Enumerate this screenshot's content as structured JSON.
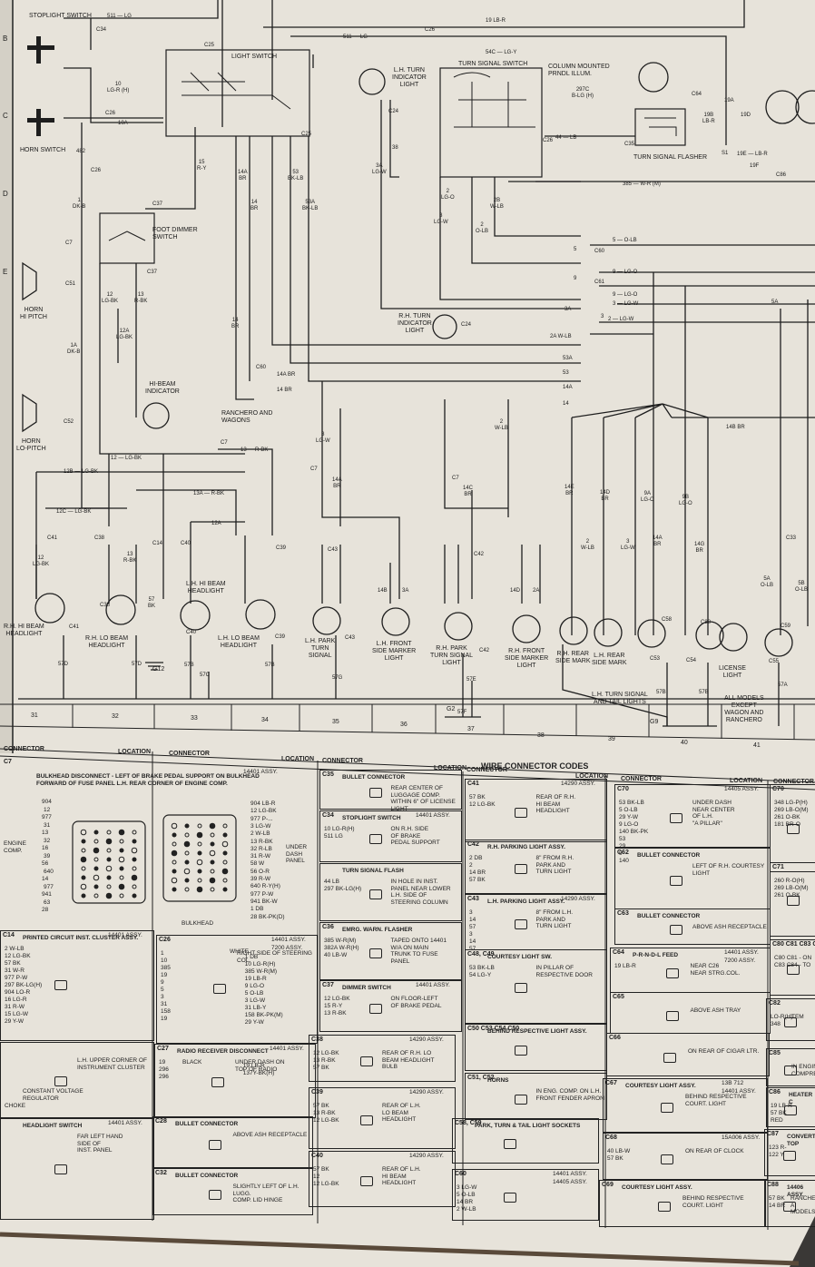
{
  "components": {
    "stoplight_switch": "STOPLIGHT\nSWITCH",
    "horn_switch": "HORN SWITCH",
    "horn_hi": "HORN\nHI PITCH",
    "horn_lo": "HORN\nLO-PITCH",
    "light_switch": "LIGHT SWITCH",
    "foot_dimmer": "FOOT DIMMER\nSWITCH",
    "hi_beam_indicator": "HI-BEAM\nINDICATOR",
    "lh_turn_indicator": "L.H. TURN\nINDICATOR\nLIGHT",
    "turn_signal_switch": "TURN SIGNAL SWITCH",
    "column_lamp": "COLUMN MOUNTED\nPRNDL ILLUM.",
    "turn_signal_flasher": "TURN SIGNAL FLASHER",
    "rh_turn_indicator": "R.H. TURN\nINDICATOR\nLIGHT",
    "ranchero_wagons": "RANCHERO AND\nWAGONS",
    "rh_hi_beam": "R.H. HI BEAM\nHEADLIGHT",
    "rh_lo_beam": "R.H. LO BEAM\nHEADLIGHT",
    "lh_hi_beam": "L.H. HI BEAM\nHEADLIGHT",
    "lh_lo_beam": "L.H. LO BEAM\nHEADLIGHT",
    "lh_park": "L.H. PARK\nTURN\nSIGNAL",
    "lh_front_side": "L.H. FRONT\nSIDE MARKER\nLIGHT",
    "rh_park": "R.H. PARK\nTURN SIGNAL\nLIGHT",
    "rh_front_side": "R.H. FRONT\nSIDE MARKER\nLIGHT",
    "rh_rear_side": "R.H. REAR\nSIDE MARK",
    "lh_rear_side": "L.H. REAR\nSIDE MARK",
    "lh_turn_tail": "L.H. TURN SIGNAL\nAND TAIL LIGHTS",
    "license_light": "LICENSE\nLIGHT",
    "all_models": "ALL MODELS\nEXCEPT\nWAGON AND\nRANCHERO"
  },
  "grid_columns": [
    "31",
    "32",
    "33",
    "34",
    "35",
    "36",
    "37",
    "38",
    "39",
    "40",
    "41"
  ],
  "row_letters": [
    "B",
    "C",
    "D",
    "E"
  ],
  "grounds": [
    "G12",
    "G2",
    "G9"
  ],
  "wire_labels": [
    "511 — LG",
    "C34",
    "10\nLG-R (H)",
    "C26",
    "10A",
    "482",
    "C26",
    "1\nDK-B",
    "C7",
    "C51",
    "1A\nDK-B",
    "C52",
    "C25",
    "C25",
    "511 — LG",
    "C26",
    "19 LB-R",
    "54C — LG-Y",
    "15\nR-Y",
    "14A\nBR",
    "14\nBR",
    "53\nBK-LB",
    "53A\nBK-LB",
    "C37",
    "C37",
    "12\nLG-BK",
    "13\nR-BK",
    "12A\nLG-BK",
    "14\nBR",
    "C60",
    "14A BR",
    "14 BR",
    "C24",
    "38",
    "3A\nLG-W",
    "3\nLG-W",
    "2\nLG-O",
    "2B\nW-LB",
    "2\nO-LB",
    "C26",
    "44 — LB",
    "C35",
    "297C\nB-LG (H)",
    "385 — W-R (M)",
    "C64",
    "19B\nLB-R",
    "19A",
    "19D",
    "S1",
    "19E — LB-R",
    "19F",
    "C86",
    "5 — O-LB",
    "5",
    "C60",
    "9 — LG-O",
    "9",
    "C61",
    "9 — LG-O",
    "3 — LG-W",
    "3A",
    "3",
    "2 — LG-W",
    "2A W-LB",
    "53A",
    "53",
    "14A",
    "14",
    "C24",
    "5A",
    "2\nW-LB",
    "14B BR",
    "C7",
    "13 — R-BK",
    "12 — LG-BK",
    "12B — LG-BK",
    "13A — R-BK",
    "12C — LG-BK",
    "12A",
    "C41",
    "C38",
    "C14",
    "C40",
    "C39",
    "12\nLG-BK",
    "13\nR-BK",
    "57\nBK",
    "3\nLG-W",
    "14A\nBR",
    "C7",
    "C43",
    "C7",
    "14C\nBR",
    "C42",
    "14B",
    "3A",
    "14D",
    "2A",
    "14E\nBR",
    "2\nW-LB",
    "14D\nBR",
    "3\nLG-W",
    "9A\nLG-O",
    "14A\nBR",
    "9B\nLG-O",
    "14G\nBR",
    "C33",
    "5A\nO-LB",
    "5B\nO-LB",
    "C41",
    "57D",
    "C38",
    "57D",
    "C40",
    "57B",
    "57C",
    "C39",
    "57B",
    "C43",
    "57G",
    "C42",
    "57E",
    "57F",
    "C58",
    "C53",
    "C88",
    "C54",
    "57B",
    "57B",
    "C59",
    "C55",
    "57A"
  ],
  "connector_codes": {
    "title": "WIRE CONNECTOR CODES",
    "header_connector": "CONNECTOR",
    "header_location": "LOCATION",
    "c7": {
      "id": "C7",
      "assy": "14401 ASSY.",
      "desc": "BULKHEAD DISCONNECT - LEFT OF BRAKE PEDAL SUPPORT ON BULKHEAD\nFORWARD OF FUSE PANEL L.H. REAR CORNER OF ENGINE COMP.",
      "left_wires": [
        "904",
        "12",
        "977",
        "31",
        "13",
        "32",
        "16",
        "39",
        "56",
        "640",
        "14",
        "977",
        "941",
        "63",
        "28"
      ],
      "right_wires": [
        "904 LB-R",
        "12 LG-BK",
        "977 P-...",
        "3 LG-W",
        "2 W-LB",
        "13 R-BK",
        "32 R-LB",
        "31 R-W",
        "58 W",
        "56 O-R",
        "39 R-W",
        "640 R-Y(H)",
        "977 P-W",
        "941 BK-W",
        "1 DB",
        "28 BK-PK(D)"
      ],
      "engine_comp": "ENGINE\nCOMP.",
      "under_dash": "UNDER\nDASH\nPANEL",
      "bulkhead": "BULKHEAD"
    },
    "boxes": [
      {
        "id": "C35",
        "name": "BULLET CONNECTOR",
        "assy": "",
        "loc": "REAR CENTER OF LUGGAGE COMP.\nWITHIN 6\" OF LICENSE LIGHT"
      },
      {
        "id": "C34",
        "name": "STOPLIGHT SWITCH",
        "assy": "14401 ASSY.",
        "loc": "ON R.H. SIDE\nOF BRAKE\nPEDAL SUPPORT",
        "wires": [
          "10 LG-R(H)",
          "511 LG"
        ]
      },
      {
        "id": "",
        "name": "TURN SIGNAL FLASH",
        "assy": "",
        "loc": "IN HOLE IN INST.\nPANEL NEAR LOWER\nL.H. SIDE OF\nSTEERING COLUMN",
        "wires": [
          "44 LB",
          "297 BK-LG(H)"
        ]
      },
      {
        "id": "C36",
        "name": "EMRG. WARN. FLASHER",
        "assy": "",
        "loc": "TAPED ONTO 14401\nW/A ON MAIN\nTRUNK TO FUSE\nPANEL",
        "wires": [
          "385 W-R(M)",
          "382A W-R(H)",
          "40 LB-W"
        ]
      },
      {
        "id": "C37",
        "name": "DIMMER SWITCH",
        "assy": "14401 ASSY.",
        "loc": "ON FLOOR-LEFT\nOF BRAKE PEDAL",
        "wires": [
          "12 LG-BK",
          "15 R-Y",
          "13 R-BK"
        ]
      },
      {
        "id": "C38",
        "name": "",
        "assy": "14290 ASSY.",
        "loc": "REAR OF R.H. LO\nBEAM HEADLIGHT\nBULB",
        "wires": [
          "12 LG-BK",
          "13 R-BK",
          "57 BK"
        ]
      },
      {
        "id": "C39",
        "name": "",
        "assy": "14290 ASSY.",
        "loc": "REAR OF L.H.\nLO BEAM\nHEADLIGHT",
        "wires": [
          "57 BK",
          "13 R-BK",
          "12 LG-BK"
        ]
      },
      {
        "id": "C40",
        "name": "",
        "assy": "14290 ASSY.",
        "loc": "REAR OF L.H.\nHI BEAM\nHEADLIGHT",
        "wires": [
          "57 BK",
          "12",
          "12 LG-BK"
        ]
      },
      {
        "id": "C41",
        "name": "",
        "assy": "14290 ASSY.",
        "loc": "REAR OF R.H.\nHI BEAM\nHEADLIGHT",
        "wires": [
          "57 BK",
          "12 LG-BK"
        ]
      },
      {
        "id": "C42",
        "name": "R.H. PARKING LIGHT ASSY.",
        "assy": "",
        "loc": "8\" FROM R.H.\nPARK AND\nTURN LIGHT",
        "wires": [
          "2 DB",
          "2",
          "14 BR",
          "57 BK"
        ]
      },
      {
        "id": "C43",
        "name": "L.H. PARKING LIGHT ASSY.",
        "assy": "14290 ASSY.",
        "loc": "8\" FROM L.H.\nPARK AND\nTURN LIGHT",
        "wires": [
          "3",
          "14",
          "57",
          "3",
          "14",
          "57"
        ]
      },
      {
        "id": "C48, C49",
        "name": "COURTESY LIGHT SW.",
        "assy": "",
        "loc": "IN PILLAR OF\nRESPECTIVE DOOR",
        "wires": [
          "53 BK-LB",
          "54 LG-Y"
        ]
      },
      {
        "id": "C50 C53 C54 C50",
        "name": "BEHIND RESPECTIVE LIGHT ASSY.",
        "assy": "",
        "loc": ""
      },
      {
        "id": "C51, C52",
        "name": "HORNS",
        "assy": "",
        "loc": "IN ENG. COMP. ON L.H.\nFRONT FENDER APRON"
      },
      {
        "id": "C58, C59",
        "name": "PARK, TURN & TAIL LIGHT SOCKETS",
        "assy": "",
        "loc": ""
      },
      {
        "id": "C60",
        "name": "",
        "assy": "14401 ASSY.",
        "loc": "",
        "assy2": "14405 ASSY.",
        "wires": [
          "3 LG-W",
          "5 O-LB",
          "14 BR",
          "2 W-LB"
        ]
      },
      {
        "id": "C70",
        "name": "",
        "assy": "14405 ASSY.",
        "loc": "UNDER DASH\nNEAR CENTER\nOF L.H.\n\"A PILLAR\"",
        "wires": [
          "53 BK-LB",
          "5 O-LB",
          "29 Y-W",
          "9 LG-O",
          "140 BK-PK",
          "53",
          "29",
          "9",
          "140"
        ]
      },
      {
        "id": "C62",
        "name": "BULLET CONNECTOR",
        "assy": "",
        "loc": "LEFT OF R.H. COURTESY LIGHT"
      },
      {
        "id": "C63",
        "name": "BULLET CONNECTOR",
        "assy": "",
        "loc": "ABOVE ASH RECEPTACLE"
      },
      {
        "id": "C64",
        "name": "P-R-N-D-L FEED",
        "assy": "14401 ASSY.",
        "loc": "NEAR C26\nNEAR STRG.COL.",
        "wires": [
          "19 LB-R"
        ],
        "assy2": "7200 ASSY."
      },
      {
        "id": "C65",
        "name": "",
        "assy": "",
        "loc": "ABOVE ASH TRAY"
      },
      {
        "id": "C66",
        "name": "",
        "assy": "",
        "loc": "ON REAR OF CIGAR LTR."
      },
      {
        "id": "C67",
        "name": "COURTESY LIGHT ASSY.",
        "assy": "13B 712",
        "assy2": "14401 ASSY.",
        "loc": "BEHIND RESPECTIVE\nCOURT. LIGHT"
      },
      {
        "id": "C68",
        "name": "",
        "assy": "15A006 ASSY.",
        "loc": "ON REAR OF CLOCK",
        "wires": [
          "40 LB-W",
          "57 BK"
        ]
      },
      {
        "id": "C69",
        "name": "COURTESY LIGHT ASSY.",
        "assy": "",
        "loc": "BEHIND RESPECTIVE\nCOURT. LIGHT"
      },
      {
        "id": "C14",
        "name": "PRINTED CIRCUIT INST. CLUSTER ASSY.",
        "assy": "14401 ASSY.",
        "loc": "",
        "wires": [
          "2 W-LB",
          "12 LG-BK",
          "57 BK",
          "31 W-R",
          "977 P-W",
          "297 BK-LG(H)",
          "904 LO-R",
          "16 LG-R",
          "31 R-W",
          "15 LG-W",
          "29 Y-W"
        ]
      },
      {
        "id": "C26",
        "name": "",
        "assy": "14401 ASSY.",
        "assy2": "7200 ASSY.",
        "loc": "RIGHT SIDE OF STEERING COL.",
        "white": "WHITE",
        "wires": [
          "1",
          "10",
          "385",
          "19",
          "9",
          "5",
          "3",
          "31",
          "158",
          "19"
        ],
        "wires_r": [
          "1 DB",
          "10 LG-R(H)",
          "385 W-R(M)",
          "19 LB-R",
          "9 LG-O",
          "5 O-LB",
          "3 LG-W",
          "31 LB-Y",
          "158 BK-PK(M)",
          "29 Y-W"
        ]
      },
      {
        "id": "",
        "name": "",
        "assy": "",
        "loc": "L.H. UPPER CORNER OF\nINSTRUMENT CLUSTER",
        "extra": "CONSTANT VOLTAGE\nREGULATOR",
        "choke": "CHOKE"
      },
      {
        "id": "C27",
        "name": "RADIO RECEIVER DISCONNECT",
        "assy": "14401 ASSY.",
        "loc": "UNDER DASH ON\nTOP OF RADIO",
        "black": "BLACK",
        "wires": [
          "19",
          "296",
          "296"
        ],
        "wires_r": [
          "19 LB-R",
          "137Y-BK(H)"
        ]
      },
      {
        "id": "",
        "name": "HEADLIGHT SWITCH",
        "assy": "14401 ASSY.",
        "loc": "FAR LEFT HAND\nSIDE OF\nINST. PANEL"
      },
      {
        "id": "C28",
        "name": "BULLET CONNECTOR",
        "assy": "",
        "loc": "ABOVE ASH RECEPTACLE"
      },
      {
        "id": "C32",
        "name": "BULLET CONNECTOR",
        "assy": "",
        "loc": "SLIGHTLY LEFT OF L.H. LUGG.\nCOMP. LID HINGE"
      },
      {
        "id": "C70",
        "name": "",
        "assy": "",
        "loc": "",
        "wires": [
          "348 LG-P(H)",
          "269 LB-O(M)",
          "261 O-BK",
          "181 BR-O"
        ]
      },
      {
        "id": "C71",
        "name": "",
        "assy": "",
        "loc": "",
        "wires": [
          "260 R-O(H)",
          "269 LB-O(M)",
          "261 O-BK"
        ]
      },
      {
        "id": "C80 C81 C83 C84",
        "name": "",
        "assy": "",
        "loc": "",
        "wires": [
          "C80 C81 - ON",
          "C83 C84 - TO"
        ]
      },
      {
        "id": "C82",
        "name": "",
        "assy": "",
        "loc": "TEM",
        "wires": [
          "LO-R(H)",
          "348"
        ]
      },
      {
        "id": "C85",
        "name": "",
        "assy": "",
        "loc": "IN ENGINE\nCOMPRESSOR"
      },
      {
        "id": "C86",
        "name": "HEATER C",
        "assy": "",
        "loc": "",
        "wires": [
          "19 LB-R",
          "57 BK",
          "RED"
        ]
      },
      {
        "id": "C87",
        "name": "CONVERT. TOP",
        "assy": "",
        "loc": "",
        "wires": [
          "123 R-",
          "122 Y"
        ]
      },
      {
        "id": "C88",
        "name": "14406 ASSY.",
        "assy": "",
        "loc": "RANCHERO A\nMODELS C",
        "wires": [
          "57 BK",
          "14 BR"
        ]
      }
    ]
  }
}
